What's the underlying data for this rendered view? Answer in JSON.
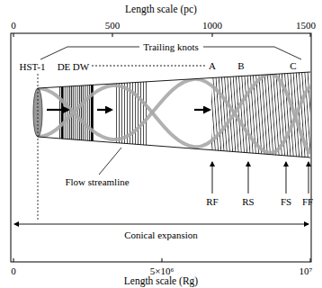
{
  "diagram": {
    "labels": [
      "Length scale (pc)",
      "0",
      "500",
      "1000",
      "1500",
      "Trailing knots",
      "HST-1",
      "DE",
      "DW",
      "A",
      "B",
      "C",
      "Flow streamline",
      "RF",
      "RS",
      "FS",
      "FF",
      "Conical expansion",
      "0",
      "5×10⁶",
      "10⁷",
      "Length scale (Rg)"
    ]
  }
}
